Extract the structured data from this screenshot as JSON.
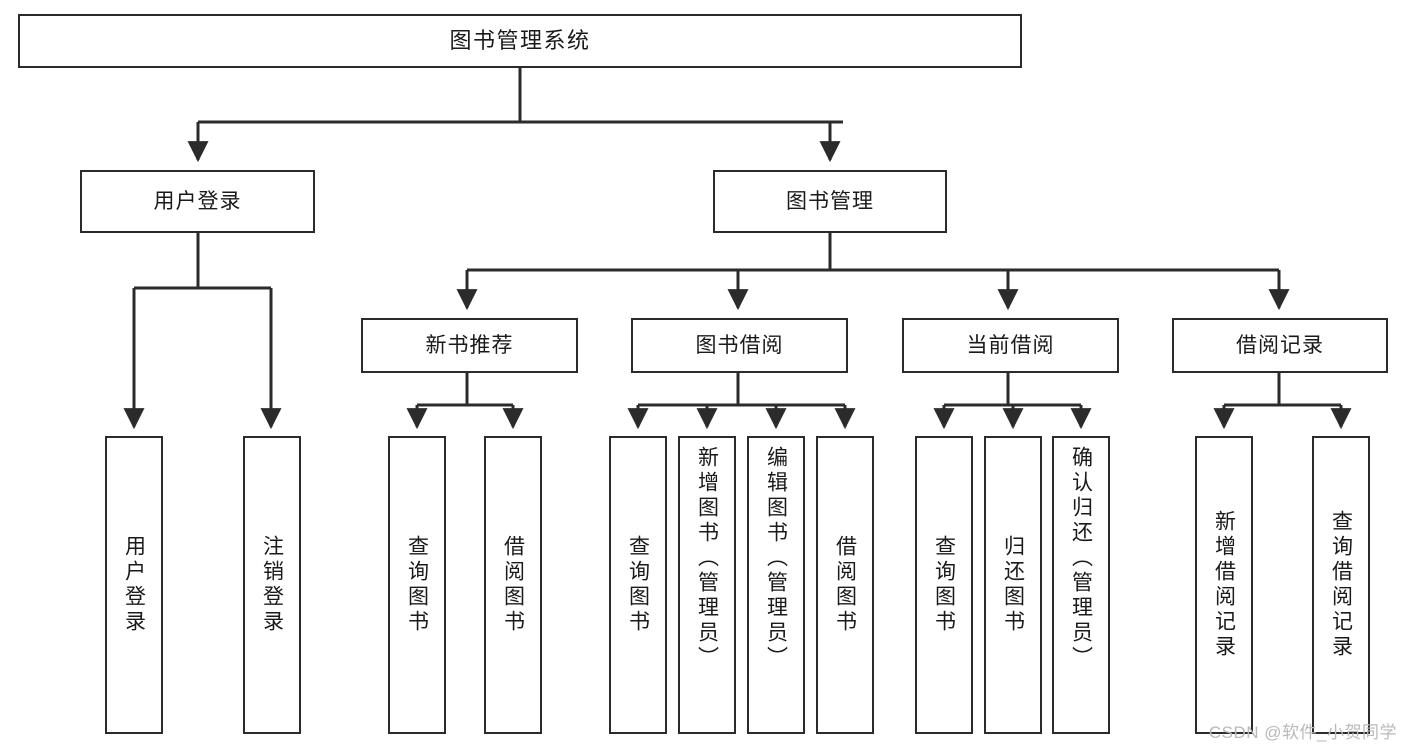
{
  "diagram": {
    "title": "图书管理系统",
    "watermark": "CSDN @软件_小贺同学",
    "line_color": "#2b2b2b",
    "box_fill": "#ffffff",
    "text_color": "#1a1a1a",
    "nodes": {
      "root": {
        "label": "图书管理系统"
      },
      "user_login": {
        "label": "用户登录"
      },
      "book_mgmt": {
        "label": "图书管理"
      },
      "new_rec": {
        "label": "新书推荐"
      },
      "book_borrow": {
        "label": "图书借阅"
      },
      "cur_borrow": {
        "label": "当前借阅"
      },
      "borrow_log": {
        "label": "借阅记录"
      },
      "leaf_user_login": {
        "label": "用户登录"
      },
      "leaf_logout": {
        "label": "注销登录"
      },
      "leaf_query_book_1": {
        "label": "查询图书"
      },
      "leaf_borrow_book_1": {
        "label": "借阅图书"
      },
      "leaf_query_book_2": {
        "label": "查询图书"
      },
      "leaf_add_book": {
        "label": "新增图书（管理员）"
      },
      "leaf_edit_book": {
        "label": "编辑图书（管理员）"
      },
      "leaf_borrow_book_2": {
        "label": "借阅图书"
      },
      "leaf_query_book_3": {
        "label": "查询图书"
      },
      "leaf_return_book": {
        "label": "归还图书"
      },
      "leaf_confirm_ret": {
        "label": "确认归还（管理员）"
      },
      "leaf_add_log": {
        "label": "新增借阅记录"
      },
      "leaf_query_log": {
        "label": "查询借阅记录"
      }
    }
  }
}
